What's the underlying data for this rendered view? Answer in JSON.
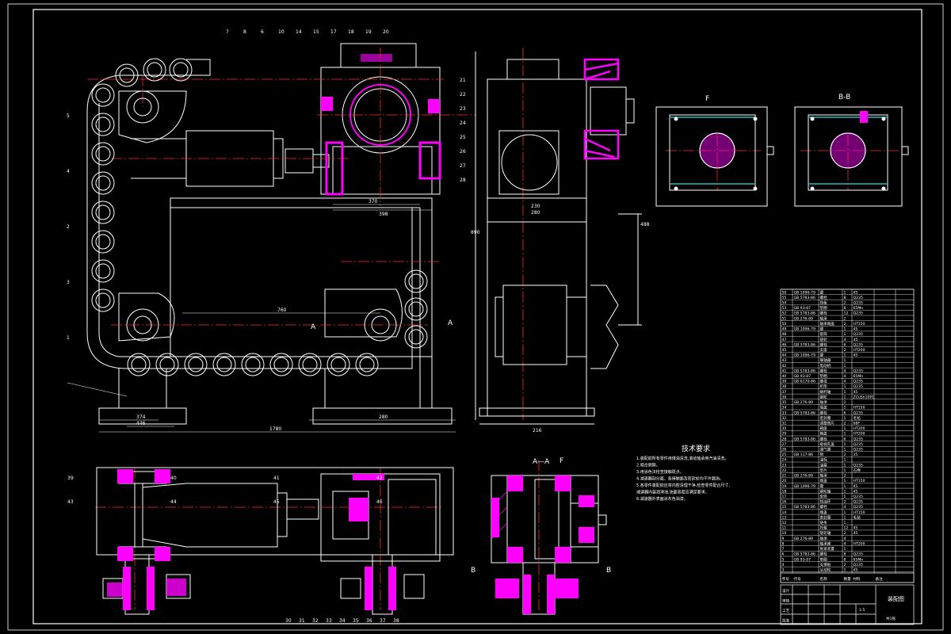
{
  "colors": {
    "background": "#000000",
    "outline": "#ffffff",
    "centerline": "#ff2a2a",
    "section": "#ff00ff",
    "hatch": "#ff00ff",
    "dimension": "#ffffff"
  },
  "views": {
    "section_aa_label": "A—A",
    "section_bb_label": "B-B",
    "view_f_label": "F",
    "arrow_a": "A",
    "arrow_b": "B",
    "arrow_f": "F"
  },
  "technical_requirements": {
    "title": "技术要求",
    "lines": [
      "1.装配前所有零件用煤油清洗,滚动轴承用汽油清洗。",
      "2.啮合侧隙。",
      "3.用涂色法检查接触斑点。",
      "4.减速器剖分面、各接触面及密封处均不许漏油。",
      "5.各零件装配前应将内腔清理干净,检查零件配合尺寸,",
      "减速器内装润滑油,油面高度应满足要求。",
      "6.减速器外表面涂灰色油漆。"
    ]
  },
  "dimensions": {
    "front_overall_width": "1780",
    "front_base_left_a": "374",
    "front_base_left_b": "446",
    "front_base_right": "280",
    "front_center_dist": "760",
    "gearbox_width_a": "370",
    "gearbox_width_b": "398",
    "side_height": "890",
    "side_base_a": "230",
    "side_base_b": "280",
    "side_bottom_width": "216",
    "side_right_height": "488"
  },
  "part_numbers_front_top": [
    "7",
    "8",
    "6",
    "10",
    "14",
    "15",
    "17",
    "18",
    "19",
    "20"
  ],
  "part_numbers_front_right": [
    "21",
    "22",
    "23",
    "24",
    "25",
    "26",
    "27",
    "28"
  ],
  "part_numbers_front_left": [
    "5",
    "4",
    "2",
    "3",
    "1"
  ],
  "part_numbers_bottom": [
    "30",
    "31",
    "32",
    "33",
    "34",
    "35",
    "36",
    "37",
    "38",
    "39",
    "40",
    "41",
    "42",
    "43",
    "44",
    "45",
    "46"
  ],
  "bom": {
    "rows": [
      [
        "56",
        "GB 1096-79",
        "键",
        "1",
        "45",
        ""
      ],
      [
        "55",
        "GB 5783-86",
        "螺栓",
        "8",
        "Q235",
        ""
      ],
      [
        "54",
        "",
        "挡板",
        "2",
        "Q235",
        ""
      ],
      [
        "53",
        "GB 93-87",
        "垫圈",
        "8",
        "65Mn",
        ""
      ],
      [
        "52",
        "GB 5783-86",
        "螺栓",
        "12",
        "Q235",
        ""
      ],
      [
        "51",
        "GB 276-89",
        "轴承",
        "2",
        "",
        ""
      ],
      [
        "50",
        "",
        "轴承端盖",
        "2",
        "HT150",
        ""
      ],
      [
        "49",
        "GB 1096-79",
        "键",
        "1",
        "45",
        ""
      ],
      [
        "48",
        "",
        "套筒",
        "1",
        "Q235",
        ""
      ],
      [
        "47",
        "",
        "链轮",
        "4",
        "45",
        ""
      ],
      [
        "46",
        "GB 5783-86",
        "螺栓",
        "6",
        "Q235",
        ""
      ],
      [
        "45",
        "",
        "支座",
        "2",
        "HT200",
        ""
      ],
      [
        "44",
        "GB 1096-79",
        "键",
        "1",
        "45",
        ""
      ],
      [
        "43",
        "",
        "联轴器",
        "1",
        "",
        ""
      ],
      [
        "42",
        "",
        "电动机",
        "1",
        "",
        ""
      ],
      [
        "41",
        "GB 5783-86",
        "螺栓",
        "4",
        "Q235",
        ""
      ],
      [
        "40",
        "GB 93-87",
        "垫圈",
        "4",
        "65Mn",
        ""
      ],
      [
        "39",
        "GB 6170-86",
        "螺母",
        "4",
        "Q235",
        ""
      ],
      [
        "38",
        "",
        "机架",
        "1",
        "Q235",
        ""
      ],
      [
        "37",
        "",
        "蜗杆轴",
        "1",
        "45",
        ""
      ],
      [
        "36",
        "",
        "蜗轮",
        "1",
        "ZCuSn10P1",
        ""
      ],
      [
        "35",
        "GB 276-89",
        "轴承",
        "2",
        "",
        ""
      ],
      [
        "34",
        "",
        "端盖",
        "1",
        "HT150",
        ""
      ],
      [
        "33",
        "GB 5783-86",
        "螺栓",
        "6",
        "Q235",
        ""
      ],
      [
        "32",
        "",
        "密封圈",
        "1",
        "毛毡",
        ""
      ],
      [
        "31",
        "",
        "调整垫片",
        "2",
        "08F",
        ""
      ],
      [
        "30",
        "",
        "箱座",
        "1",
        "HT200",
        ""
      ],
      [
        "29",
        "",
        "箱盖",
        "1",
        "HT200",
        ""
      ],
      [
        "28",
        "GB 5783-86",
        "螺栓",
        "6",
        "Q235",
        ""
      ],
      [
        "27",
        "",
        "窥视孔盖",
        "1",
        "Q235",
        ""
      ],
      [
        "26",
        "",
        "通气器",
        "1",
        "Q235",
        ""
      ],
      [
        "25",
        "GB 117-86",
        "销",
        "2",
        "35",
        ""
      ],
      [
        "24",
        "",
        "油标",
        "1",
        "",
        ""
      ],
      [
        "23",
        "",
        "油塞",
        "1",
        "Q235",
        ""
      ],
      [
        "22",
        "",
        "垫片",
        "1",
        "石棉",
        ""
      ],
      [
        "21",
        "GB 276-89",
        "轴承",
        "2",
        "",
        ""
      ],
      [
        "20",
        "",
        "端盖",
        "1",
        "HT150",
        ""
      ],
      [
        "19",
        "GB 1096-79",
        "键",
        "1",
        "45",
        ""
      ],
      [
        "18",
        "",
        "蜗轮轴",
        "1",
        "45",
        ""
      ],
      [
        "17",
        "",
        "套筒",
        "1",
        "Q235",
        ""
      ],
      [
        "16",
        "",
        "挡油环",
        "2",
        "Q235",
        ""
      ],
      [
        "15",
        "GB 5783-86",
        "螺栓",
        "4",
        "Q235",
        ""
      ],
      [
        "14",
        "",
        "端盖",
        "1",
        "HT150",
        ""
      ],
      [
        "13",
        "",
        "密封圈",
        "1",
        "毛毡",
        ""
      ],
      [
        "12",
        "",
        "链条",
        "1",
        "",
        ""
      ],
      [
        "11",
        "",
        "托辊",
        "12",
        "45",
        ""
      ],
      [
        "10",
        "",
        "链轮轴",
        "2",
        "45",
        ""
      ],
      [
        "9",
        "GB 276-89",
        "轴承",
        "4",
        "",
        ""
      ],
      [
        "8",
        "",
        "轴承座",
        "4",
        "HT200",
        ""
      ],
      [
        "7",
        "",
        "张紧装置",
        "1",
        "",
        ""
      ],
      [
        "6",
        "GB 5783-86",
        "螺栓",
        "8",
        "Q235",
        ""
      ],
      [
        "5",
        "GB 93-87",
        "垫圈",
        "8",
        "65Mn",
        ""
      ],
      [
        "4",
        "",
        "支撑板",
        "2",
        "Q235",
        ""
      ],
      [
        "3",
        "",
        "从动轮",
        "1",
        "45",
        ""
      ],
      [
        "2",
        "",
        "主动轮",
        "1",
        "45",
        ""
      ],
      [
        "1",
        "",
        "底座",
        "1",
        "Q235",
        ""
      ]
    ]
  },
  "title_block": {
    "header": [
      "序号",
      "代号",
      "名称",
      "数量",
      "材料",
      "备注"
    ],
    "drawing_name": "装配图",
    "scale": "1:5",
    "sheet": "共1张",
    "row_labels": [
      "设计",
      "审核",
      "工艺",
      "批准"
    ]
  }
}
